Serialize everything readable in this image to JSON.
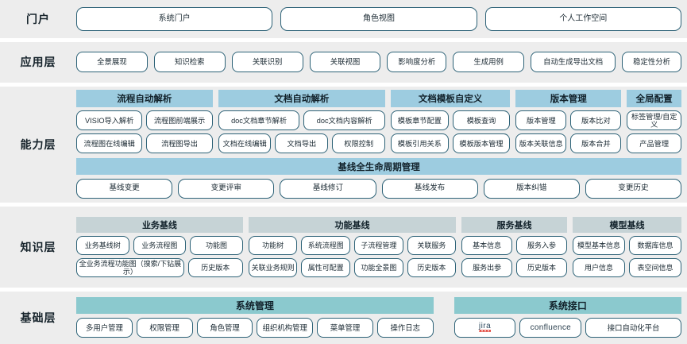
{
  "diagram": {
    "title": "系统分层架构图",
    "colors": {
      "row_bg": "#ededed",
      "page_bg": "#ffffff",
      "pill_border": "#2d6277",
      "capability_header": "#9dcce0",
      "knowledge_header": "#c6d3d6",
      "base_header": "#8bc9ce",
      "text": "#1b2a33"
    }
  },
  "layers": {
    "portal": {
      "label": "门户",
      "items": [
        {
          "label": "系统门户"
        },
        {
          "label": "角色视图"
        },
        {
          "label": "个人工作空间"
        }
      ]
    },
    "application": {
      "label": "应用层",
      "items": [
        {
          "label": "全景展现",
          "size": "w-md"
        },
        {
          "label": "知识检索",
          "size": "w-md"
        },
        {
          "label": "关联识别",
          "size": "w-md"
        },
        {
          "label": "关联视图",
          "size": "w-md"
        },
        {
          "label": "影响度分析",
          "size": "w-sm"
        },
        {
          "label": "生成用例",
          "size": "w-md"
        },
        {
          "label": "自动生成导出文档",
          "size": "w-lg"
        },
        {
          "label": "稳定性分析",
          "size": "w-sm"
        }
      ]
    },
    "capability": {
      "label": "能力层",
      "groups": [
        {
          "header": "流程自动解析",
          "flex": 2,
          "rows": [
            [
              {
                "label": "VISIO导入解析"
              },
              {
                "label": "流程图前端展示"
              }
            ],
            [
              {
                "label": "流程图在线编辑"
              },
              {
                "label": "流程图导出"
              }
            ]
          ]
        },
        {
          "header": "文档自动解析",
          "flex": 2.45,
          "rows": [
            [
              {
                "label": "doc文档章节解析"
              },
              {
                "label": "doc文档内容解析"
              }
            ],
            [
              {
                "label": "文档在线编辑"
              },
              {
                "label": "文档导出"
              },
              {
                "label": "权限控制"
              }
            ]
          ]
        },
        {
          "header": "文档模板自定义",
          "flex": 1.75,
          "rows": [
            [
              {
                "label": "模板章节配置"
              },
              {
                "label": "模板查询"
              }
            ],
            [
              {
                "label": "模板引用关系"
              },
              {
                "label": "模板版本管理"
              }
            ]
          ]
        },
        {
          "header": "版本管理",
          "flex": 1.55,
          "rows": [
            [
              {
                "label": "版本管理"
              },
              {
                "label": "版本比对"
              }
            ],
            [
              {
                "label": "版本关联信息"
              },
              {
                "label": "版本合并"
              }
            ]
          ]
        },
        {
          "header": "全局配置",
          "flex": 0.8,
          "rows": [
            [
              {
                "label": "标签管理/自定义"
              }
            ],
            [
              {
                "label": "产品管理"
              }
            ]
          ]
        }
      ],
      "band": {
        "header": "基线全生命周期管理",
        "items": [
          {
            "label": "基线变更"
          },
          {
            "label": "变更评审"
          },
          {
            "label": "基线修订"
          },
          {
            "label": "基线发布"
          },
          {
            "label": "版本纠错"
          },
          {
            "label": "变更历史"
          }
        ]
      }
    },
    "knowledge": {
      "label": "知识层",
      "groups": [
        {
          "header": "业务基线",
          "flex": 2.45,
          "rows": [
            [
              {
                "label": "业务基线树",
                "flex": 1
              },
              {
                "label": "业务流程图",
                "flex": 1
              },
              {
                "label": "功能图",
                "flex": 1
              }
            ],
            [
              {
                "label": "全业务流程功能图（搜索/下钻展示）",
                "flex": 2.05
              },
              {
                "label": "历史版本",
                "flex": 1
              }
            ]
          ]
        },
        {
          "header": "功能基线",
          "flex": 3.05,
          "rows": [
            [
              {
                "label": "功能树"
              },
              {
                "label": "系统流程图"
              },
              {
                "label": "子流程管理"
              },
              {
                "label": "关联服务"
              }
            ],
            [
              {
                "label": "关联业务规则"
              },
              {
                "label": "属性可配置"
              },
              {
                "label": "功能全景图"
              },
              {
                "label": "历史版本"
              }
            ]
          ]
        },
        {
          "header": "服务基线",
          "flex": 1.55,
          "rows": [
            [
              {
                "label": "基本信息"
              },
              {
                "label": "服务入参"
              }
            ],
            [
              {
                "label": "服务出参"
              },
              {
                "label": "历史版本"
              }
            ]
          ]
        },
        {
          "header": "模型基线",
          "flex": 1.6,
          "rows": [
            [
              {
                "label": "模型基本信息"
              },
              {
                "label": "数据库信息"
              }
            ],
            [
              {
                "label": "用户信息"
              },
              {
                "label": "表空间信息"
              }
            ]
          ]
        }
      ]
    },
    "base": {
      "label": "基础层",
      "groups": [
        {
          "header": "系统管理",
          "flex": 2.12,
          "rows": [
            [
              {
                "label": "多用户管理"
              },
              {
                "label": "权限管理"
              },
              {
                "label": "角色管理"
              },
              {
                "label": "组织机构管理"
              },
              {
                "label": "菜单管理"
              },
              {
                "label": "操作日志"
              }
            ]
          ]
        },
        {
          "header": "系统接口",
          "flex": 1.35,
          "rows": [
            [
              {
                "label": "jira",
                "style": "jira"
              },
              {
                "label": "confluence",
                "style": "confluence"
              },
              {
                "label": "接口自动化平台",
                "flex": 1.6
              }
            ]
          ]
        }
      ]
    }
  }
}
